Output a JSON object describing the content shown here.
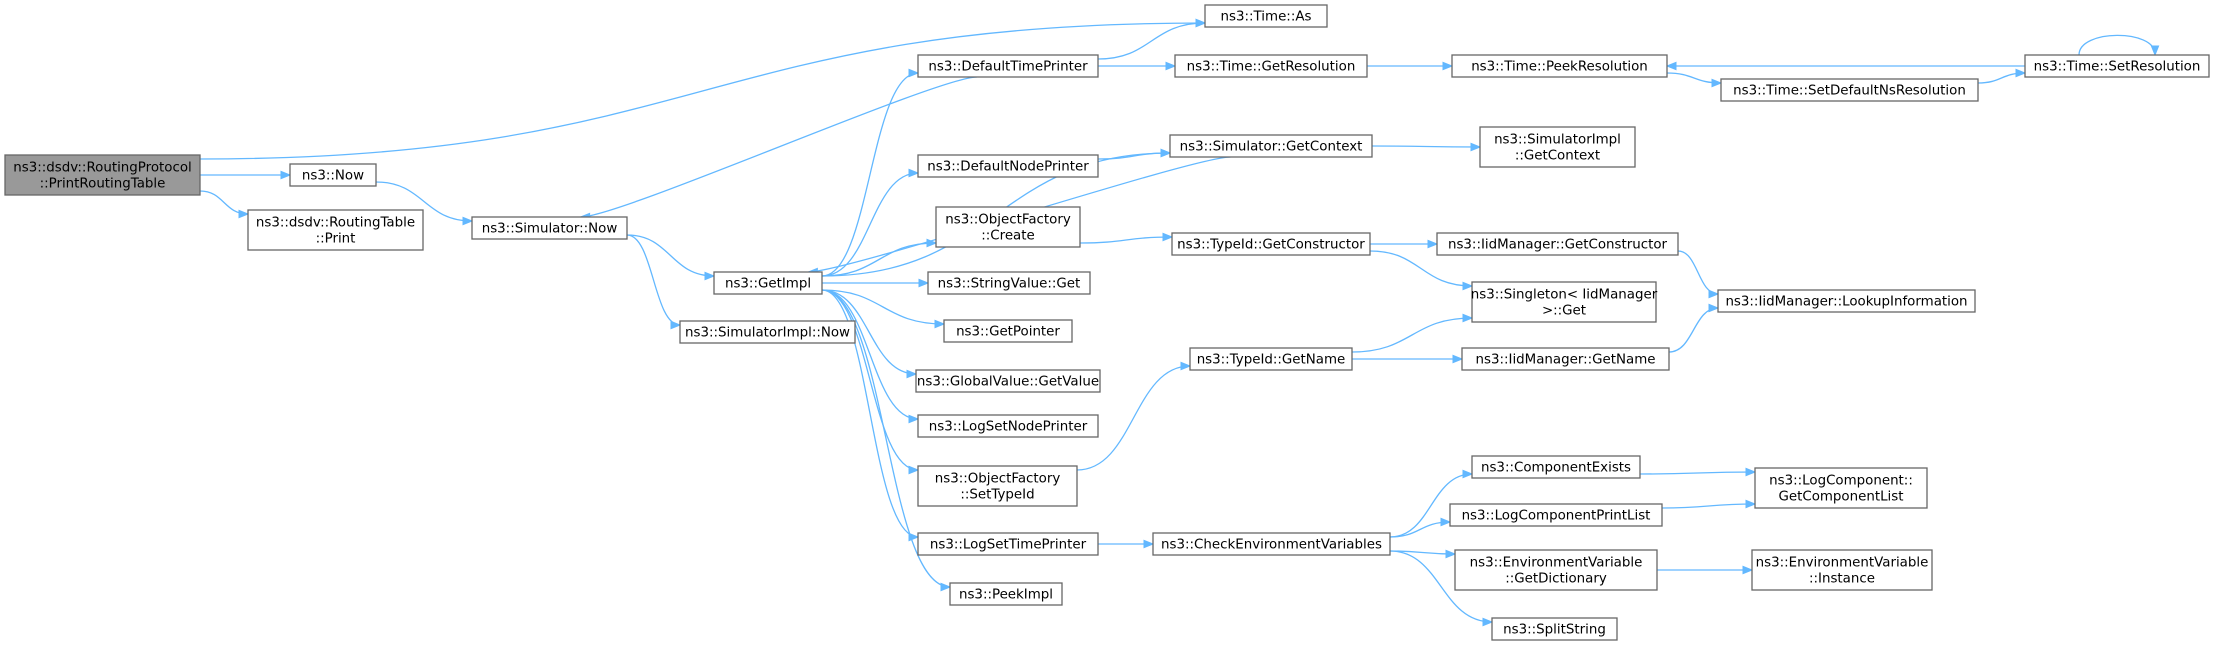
{
  "colors": {
    "edge": "#63b8ff",
    "root_fill": "#999999",
    "node_fill": "#ffffff",
    "node_border": "#666666"
  },
  "nodes": [
    {
      "id": "root",
      "lines": [
        "ns3::dsdv::RoutingProtocol",
        "::PrintRoutingTable"
      ]
    },
    {
      "id": "now",
      "lines": [
        "ns3::Now"
      ]
    },
    {
      "id": "rtprint",
      "lines": [
        "ns3::dsdv::RoutingTable",
        "::Print"
      ]
    },
    {
      "id": "simnow",
      "lines": [
        "ns3::Simulator::Now"
      ]
    },
    {
      "id": "getimpl",
      "lines": [
        "ns3::GetImpl"
      ]
    },
    {
      "id": "simimplnow",
      "lines": [
        "ns3::SimulatorImpl::Now"
      ]
    },
    {
      "id": "defaulttimeprinter",
      "lines": [
        "ns3::DefaultTimePrinter"
      ]
    },
    {
      "id": "defaultnodeprinter",
      "lines": [
        "ns3::DefaultNodePrinter"
      ]
    },
    {
      "id": "ofcreate",
      "lines": [
        "ns3::ObjectFactory",
        "::Create"
      ]
    },
    {
      "id": "stringvalueget",
      "lines": [
        "ns3::StringValue::Get"
      ]
    },
    {
      "id": "getpointer",
      "lines": [
        "ns3::GetPointer"
      ]
    },
    {
      "id": "globalvalue",
      "lines": [
        "ns3::GlobalValue::GetValue"
      ]
    },
    {
      "id": "logsetnode",
      "lines": [
        "ns3::LogSetNodePrinter"
      ]
    },
    {
      "id": "ofsettypeid",
      "lines": [
        "ns3::ObjectFactory",
        "::SetTypeId"
      ]
    },
    {
      "id": "logsettime",
      "lines": [
        "ns3::LogSetTimePrinter"
      ]
    },
    {
      "id": "peekimpl",
      "lines": [
        "ns3::PeekImpl"
      ]
    },
    {
      "id": "timeas",
      "lines": [
        "ns3::Time::As"
      ]
    },
    {
      "id": "timegetres",
      "lines": [
        "ns3::Time::GetResolution"
      ]
    },
    {
      "id": "simgetctx",
      "lines": [
        "ns3::Simulator::GetContext"
      ]
    },
    {
      "id": "typeidgetctor",
      "lines": [
        "ns3::TypeId::GetConstructor"
      ]
    },
    {
      "id": "typeidgetname",
      "lines": [
        "ns3::TypeId::GetName"
      ]
    },
    {
      "id": "checkenv",
      "lines": [
        "ns3::CheckEnvironmentVariables"
      ]
    },
    {
      "id": "timepeekres",
      "lines": [
        "ns3::Time::PeekResolution"
      ]
    },
    {
      "id": "simimplgetctx",
      "lines": [
        "ns3::SimulatorImpl",
        "::GetContext"
      ]
    },
    {
      "id": "iidgetctor",
      "lines": [
        "ns3::IidManager::GetConstructor"
      ]
    },
    {
      "id": "singleton",
      "lines": [
        "ns3::Singleton< IidManager",
        ">::Get"
      ]
    },
    {
      "id": "iidgetname",
      "lines": [
        "ns3::IidManager::GetName"
      ]
    },
    {
      "id": "compexists",
      "lines": [
        "ns3::ComponentExists"
      ]
    },
    {
      "id": "logcompprint",
      "lines": [
        "ns3::LogComponentPrintList"
      ]
    },
    {
      "id": "envgetdict",
      "lines": [
        "ns3::EnvironmentVariable",
        "::GetDictionary"
      ]
    },
    {
      "id": "splitstring",
      "lines": [
        "ns3::SplitString"
      ]
    },
    {
      "id": "setdefaultns",
      "lines": [
        "ns3::Time::SetDefaultNsResolution"
      ]
    },
    {
      "id": "timesetres",
      "lines": [
        "ns3::Time::SetResolution"
      ]
    },
    {
      "id": "iidlookup",
      "lines": [
        "ns3::IidManager::LookupInformation"
      ]
    },
    {
      "id": "logcompgetlist",
      "lines": [
        "ns3::LogComponent::",
        "GetComponentList"
      ]
    },
    {
      "id": "envinstance",
      "lines": [
        "ns3::EnvironmentVariable",
        "::Instance"
      ]
    }
  ],
  "edges": [
    [
      "root",
      "timeas"
    ],
    [
      "root",
      "now"
    ],
    [
      "root",
      "rtprint"
    ],
    [
      "now",
      "simnow"
    ],
    [
      "simnow",
      "getimpl"
    ],
    [
      "simnow",
      "simimplnow"
    ],
    [
      "getimpl",
      "defaulttimeprinter"
    ],
    [
      "getimpl",
      "defaultnodeprinter"
    ],
    [
      "getimpl",
      "ofcreate"
    ],
    [
      "getimpl",
      "stringvalueget"
    ],
    [
      "getimpl",
      "getpointer"
    ],
    [
      "getimpl",
      "globalvalue"
    ],
    [
      "getimpl",
      "logsetnode"
    ],
    [
      "getimpl",
      "ofsettypeid"
    ],
    [
      "getimpl",
      "logsettime"
    ],
    [
      "getimpl",
      "peekimpl"
    ],
    [
      "getimpl",
      "simgetctx"
    ],
    [
      "defaulttimeprinter",
      "simnow"
    ],
    [
      "defaulttimeprinter",
      "timeas"
    ],
    [
      "defaulttimeprinter",
      "timegetres"
    ],
    [
      "defaultnodeprinter",
      "simgetctx"
    ],
    [
      "simgetctx",
      "getimpl"
    ],
    [
      "simgetctx",
      "simimplgetctx"
    ],
    [
      "timegetres",
      "timepeekres"
    ],
    [
      "timepeekres",
      "setdefaultns"
    ],
    [
      "setdefaultns",
      "timesetres"
    ],
    [
      "timesetres",
      "timepeekres"
    ],
    [
      "timesetres",
      "timesetres"
    ],
    [
      "ofcreate",
      "typeidgetctor"
    ],
    [
      "typeidgetctor",
      "iidgetctor"
    ],
    [
      "typeidgetctor",
      "singleton"
    ],
    [
      "iidgetctor",
      "iidlookup"
    ],
    [
      "ofsettypeid",
      "typeidgetname"
    ],
    [
      "typeidgetname",
      "singleton"
    ],
    [
      "typeidgetname",
      "iidgetname"
    ],
    [
      "iidgetname",
      "iidlookup"
    ],
    [
      "logsettime",
      "checkenv"
    ],
    [
      "checkenv",
      "compexists"
    ],
    [
      "checkenv",
      "logcompprint"
    ],
    [
      "checkenv",
      "envgetdict"
    ],
    [
      "checkenv",
      "splitstring"
    ],
    [
      "compexists",
      "logcompgetlist"
    ],
    [
      "logcompprint",
      "logcompgetlist"
    ],
    [
      "envgetdict",
      "envinstance"
    ]
  ]
}
